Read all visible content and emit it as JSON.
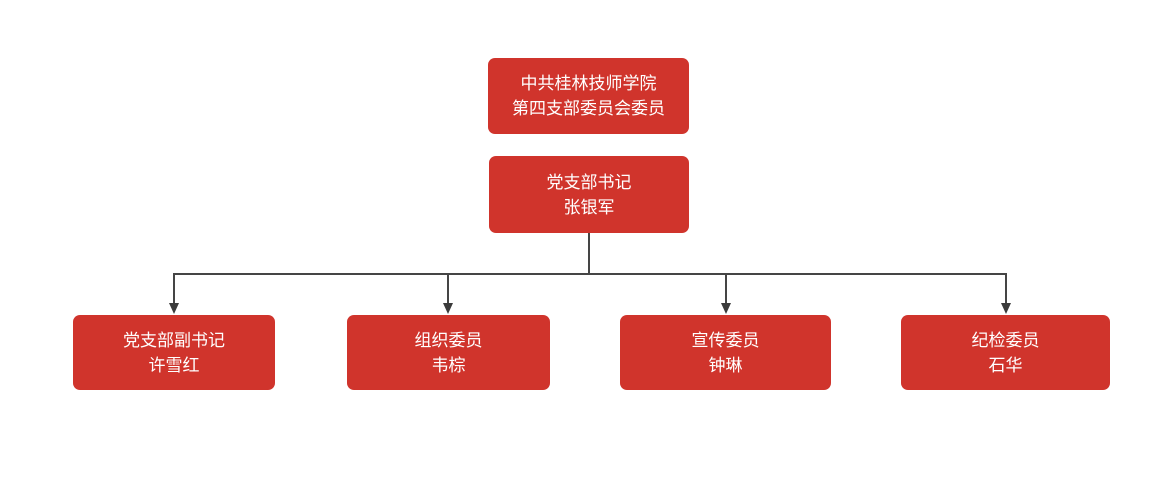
{
  "diagram": {
    "type": "org-chart",
    "title_node": {
      "line1": "中共桂林技师学院",
      "line2": "第四支部委员会委员"
    },
    "root_node": {
      "role": "党支部书记",
      "name": "张银军"
    },
    "children": [
      {
        "role": "党支部副书记",
        "name": "许雪红"
      },
      {
        "role": "组织委员",
        "name": "韦棕"
      },
      {
        "role": "宣传委员",
        "name": "钟琳"
      },
      {
        "role": "纪检委员",
        "name": "石华"
      }
    ],
    "colors": {
      "node_fill": "#d0342c",
      "node_text": "#ffffff",
      "connector": "#454545",
      "background": "#ffffff"
    }
  }
}
